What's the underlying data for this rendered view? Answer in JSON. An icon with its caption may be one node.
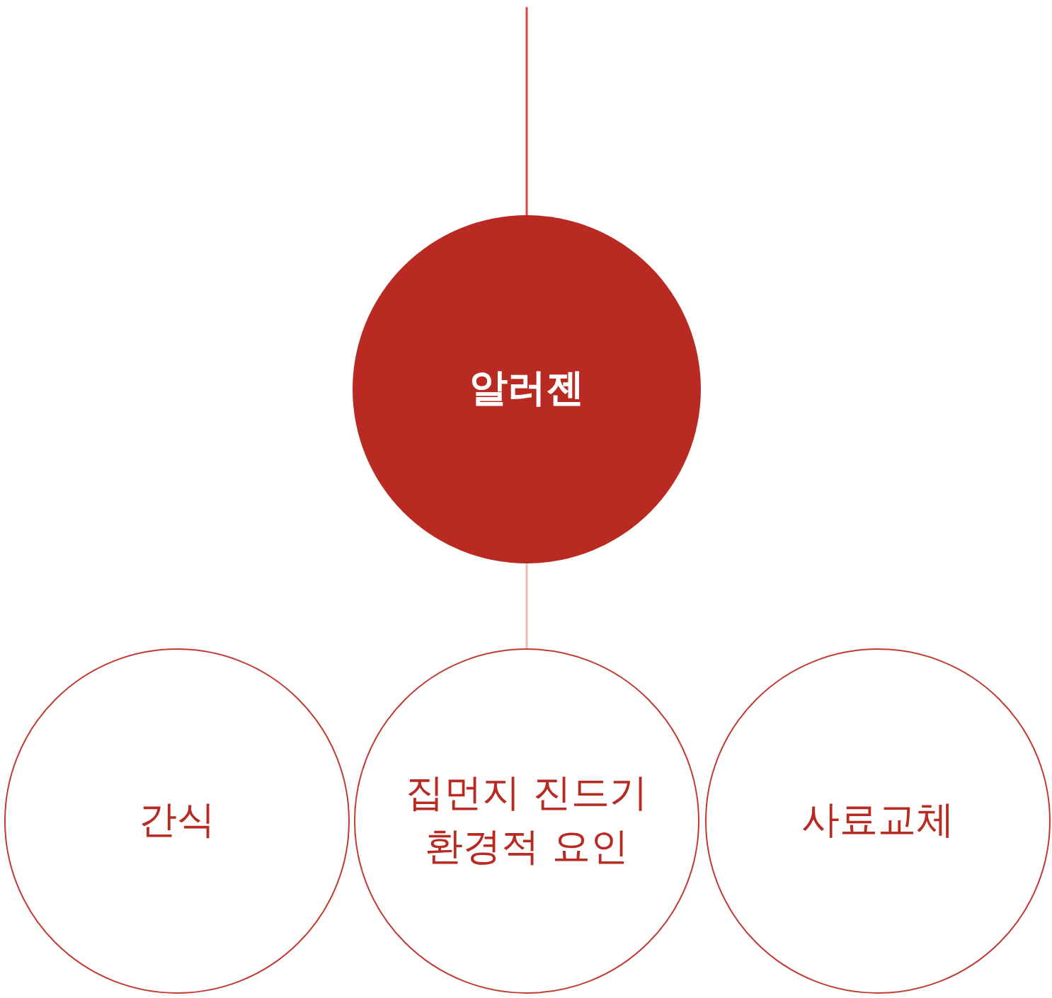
{
  "diagram": {
    "nodes": [
      {
        "text": [
          "알러젠"
        ]
      },
      {
        "text": [
          "간식"
        ]
      },
      {
        "text": [
          "집먼지 진드기 환경적 요인"
        ]
      },
      {
        "text": [
          "사료교체"
        ]
      }
    ],
    "edges": [
      {
        "from": null,
        "to": 0,
        "arrow": "none"
      },
      {
        "from": 0,
        "to": 2,
        "arrow": "none",
        "color": "#f2b8b8"
      }
    ]
  }
}
